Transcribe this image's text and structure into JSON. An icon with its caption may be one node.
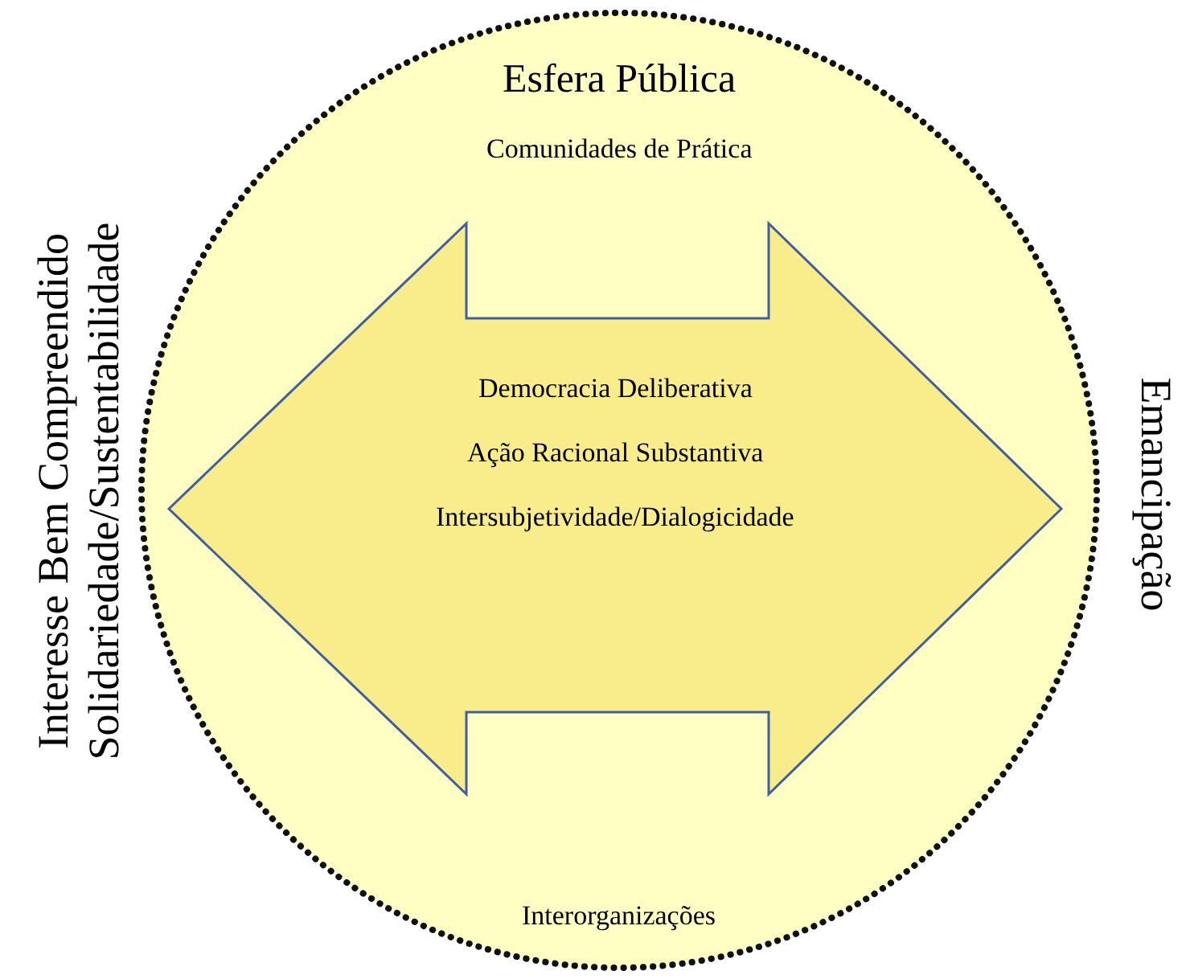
{
  "diagram": {
    "nodes": [
      {
        "text": [
          "Esfera Pública",
          "Comunidades de Prática",
          "Interorganizações"
        ]
      },
      {
        "text": [
          "Democracia Deliberativa",
          "Ação Racional Substantiva",
          "Intersubjetividade/Dialogicidade"
        ],
        "in": 0
      }
    ],
    "labels": [
      "Interesse Bem Compreendido",
      "Solidariedade/Sustentabilidade",
      "Emancipação"
    ]
  }
}
